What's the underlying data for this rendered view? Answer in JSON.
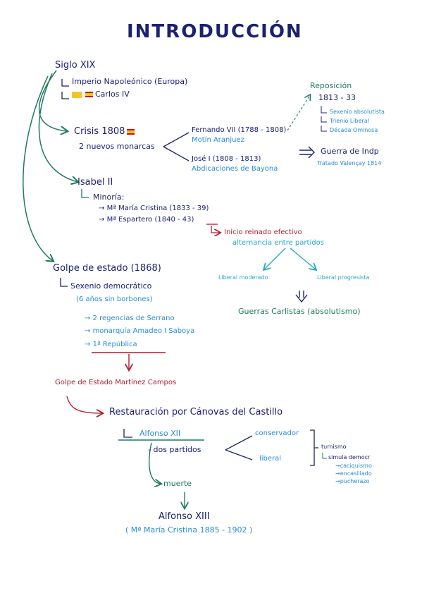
{
  "title": "INTRODUCCIÓN",
  "siglo": "Siglo XIX",
  "imperio": "Imperio Napoleónico (Europa)",
  "carlos": "Carlos IV",
  "crisis": "Crisis 1808",
  "nuevos_monarcas": "2 nuevos monarcas",
  "fernando": "Fernando VII (1788 - 1808)",
  "motin": "Motín Aranjuez",
  "jose": "José I (1808 - 1813)",
  "abdicaciones": "Abdicaciones de Bayona",
  "reposicion": "Reposición",
  "reposicion_years": "1813 - 33",
  "reposicion_items": [
    "Sexenio absolutista",
    "Trienio Liberal",
    "Década Ominosa"
  ],
  "guerra_indep": "Guerra de Indp",
  "tratado": "Tratado Valençay 1814",
  "isabel": "Isabel II",
  "minoria": "Minoría:",
  "minoria_items": [
    "Mª María Cristina (1833 - 39)",
    "Mª Espartero (1840 - 43)"
  ],
  "inicio_reinado": "Inicio reinado efectivo",
  "alternancia": "alternancia entre partidos",
  "liberal_moderado": "Liberal moderado",
  "liberal_progresista": "Liberal progresista",
  "guerras_carlistas": "Guerras Carlistas (absolutismo)",
  "golpe_1868": "Golpe de estado (1868)",
  "sexenio_dem": "Sexenio democrático",
  "sin_borbones": "(6 años sin borbones)",
  "sexenio_items": [
    "2 regencias de Serrano",
    "monarquía Amadeo I Saboya",
    "1ª República"
  ],
  "golpe_martinez": "Golpe de Estado Martínez Campos",
  "restauracion": "Restauración por Cánovas del Castillo",
  "alfonso12": "Alfonso XII",
  "dos_partidos": "- dos partidos",
  "conservador": "conservador",
  "liberal": "liberal",
  "turnismo": "turnismo",
  "simula": "simula democr",
  "turnismo_items": [
    "caciquismo",
    "encasillado",
    "pucherazo"
  ],
  "muerte": "muerte",
  "alfonso13": "Alfonso XIII",
  "maria_cristina": "( Mª María Cristina 1885 - 1902 )"
}
